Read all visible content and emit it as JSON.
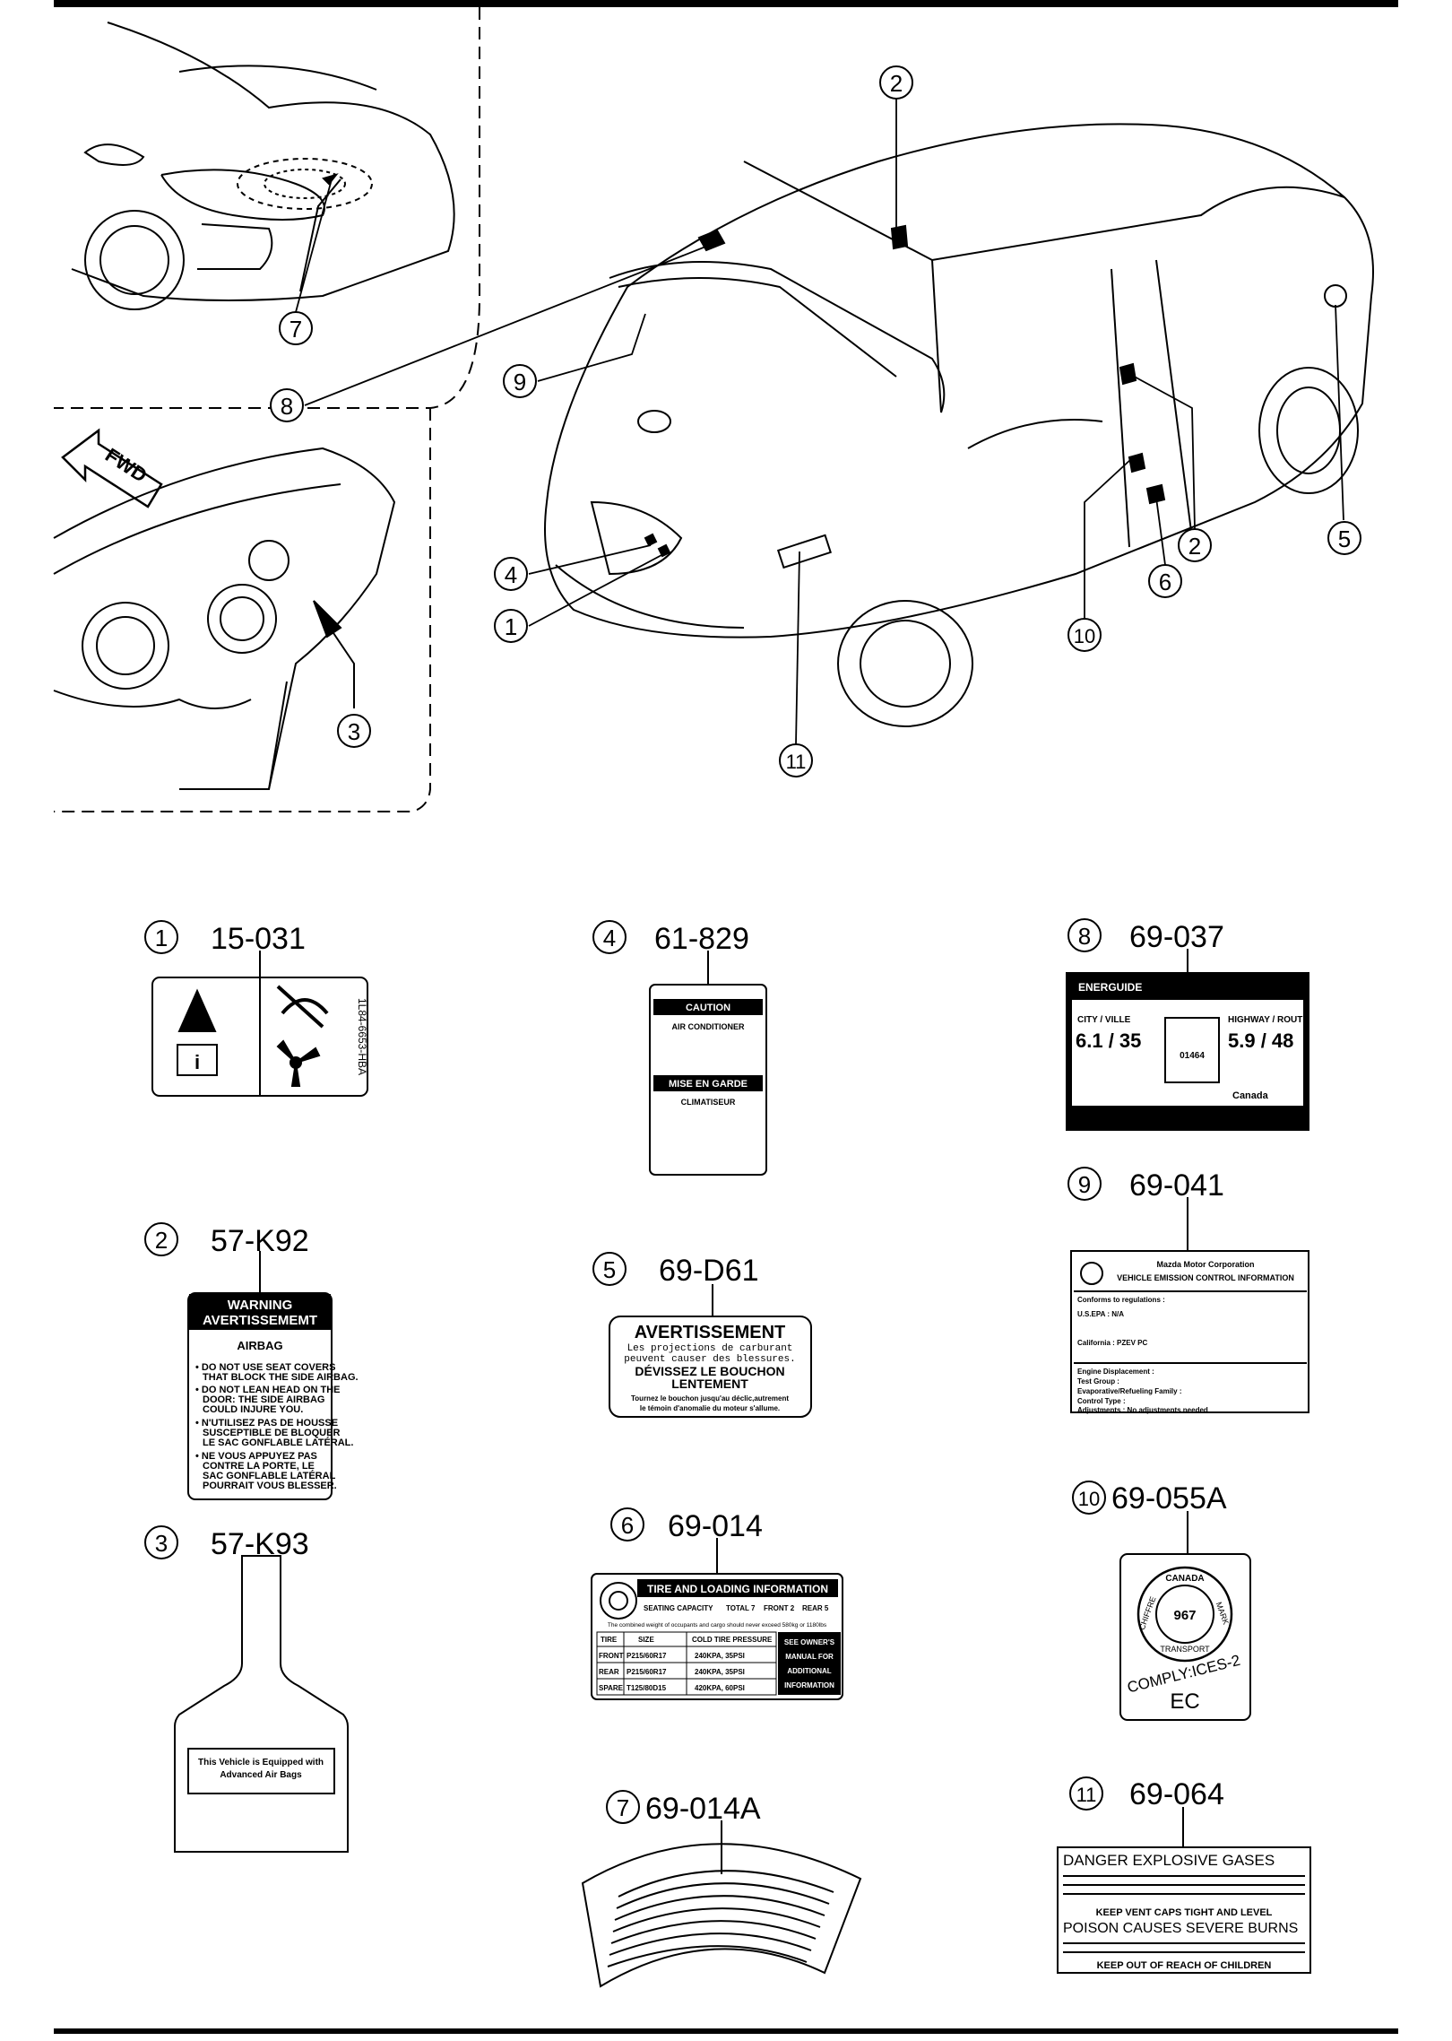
{
  "scene": {
    "fwd_label": "FWD",
    "callouts": [
      "1",
      "2",
      "3",
      "4",
      "5",
      "6",
      "7",
      "8",
      "9",
      "10",
      "11"
    ]
  },
  "labels": {
    "l1": {
      "num": "1",
      "part": "15-031",
      "side_code": "1L84-6653-HBA"
    },
    "l2": {
      "num": "2",
      "part": "57-K92",
      "warning": "WARNING",
      "avert": "AVERTISSEMEMT",
      "airbag": "AIRBAG",
      "lines": [
        "• DO NOT USE SEAT COVERS",
        "THAT BLOCK THE SIDE AIRBAG.",
        "• DO NOT LEAN HEAD ON THE",
        "DOOR: THE SIDE AIRBAG",
        "COULD INJURE YOU.",
        "• N'UTILISEZ PAS DE HOUSSE",
        "SUSCEPTIBLE DE BLOQUER",
        "LE SAC GONFLABLE LATÉRAL.",
        "• NE VOUS APPUYEZ PAS",
        "CONTRE LA PORTE, LE",
        "SAC GONFLABLE LATÉRAL",
        "POURRAIT VOUS BLESSER."
      ]
    },
    "l3": {
      "num": "3",
      "part": "57-K93",
      "line1": "This Vehicle is Equipped with",
      "line2": "Advanced Air Bags"
    },
    "l4": {
      "num": "4",
      "part": "61-829",
      "caution": "CAUTION",
      "air": "AIR CONDITIONER",
      "mise": "MISE EN GARDE",
      "clim": "CLIMATISEUR"
    },
    "l5": {
      "num": "5",
      "part": "69-D61",
      "title": "AVERTISSEMENT",
      "line1": "Les projections de carburant",
      "line2": "peuvent causer des blessures.",
      "line3": "DÉVISSEZ LE BOUCHON",
      "line4": "LENTEMENT",
      "line5": "Tournez le bouchon jusqu'au déclic,autrement",
      "line6": "le témoin d'anomalie du moteur s'allume."
    },
    "l6": {
      "num": "6",
      "part": "69-014",
      "title": "TIRE AND LOADING INFORMATION",
      "seating": "SEATING CAPACITY",
      "total": "TOTAL 7",
      "front": "FRONT 2",
      "rear": "REAR 5",
      "note": "The combined weight of occupants and cargo should never exceed 580kg or 1180lbs",
      "headers": [
        "TIRE",
        "SIZE",
        "COLD TIRE PRESSURE"
      ],
      "rows": [
        [
          "FRONT",
          "P215/60R17",
          "240KPA, 35PSI"
        ],
        [
          "REAR",
          "P215/60R17",
          "240KPA, 35PSI"
        ],
        [
          "SPARE",
          "T125/80D15",
          "420KPA, 60PSI"
        ]
      ],
      "see": [
        "SEE OWNER'S",
        "MANUAL FOR",
        "ADDITIONAL",
        "INFORMATION"
      ]
    },
    "l7": {
      "num": "7",
      "part": "69-014A"
    },
    "l8": {
      "num": "8",
      "part": "69-037",
      "brand": "ENERGUIDE",
      "city_label": "CITY / VILLE",
      "city": "6.1 / 35",
      "hwy_label": "HIGHWAY / ROUTE",
      "hwy": "5.9 / 48",
      "center": "01464",
      "canada": "Canada"
    },
    "l9": {
      "num": "9",
      "part": "69-041",
      "corp": "Mazda Motor Corporation",
      "title": "VEHICLE EMISSION CONTROL INFORMATION",
      "rows": [
        "Conforms to regulations :",
        "U.S.EPA : N/A",
        "California : PZEV PC",
        "Engine Displacement :",
        "Test Group :",
        "Evaporative/Refueling Family :",
        "Control Type :",
        "Adjustments : No adjustments needed"
      ]
    },
    "l10": {
      "num": "10",
      "part": "69-055A",
      "canada": "CANADA",
      "code": "967",
      "chiffre": "CHIFFRE",
      "mark": "MARK",
      "transport": "TRANSPORT",
      "comply": "COMPLY:ICES-2",
      "ec": "EC"
    },
    "l11": {
      "num": "11",
      "part": "69-064",
      "lines": [
        "DANGER  EXPLOSIVE GASES",
        "KEEP VENT CAPS TIGHT AND LEVEL",
        "POISON CAUSES SEVERE BURNS",
        "KEEP OUT OF REACH OF CHILDREN"
      ]
    }
  }
}
